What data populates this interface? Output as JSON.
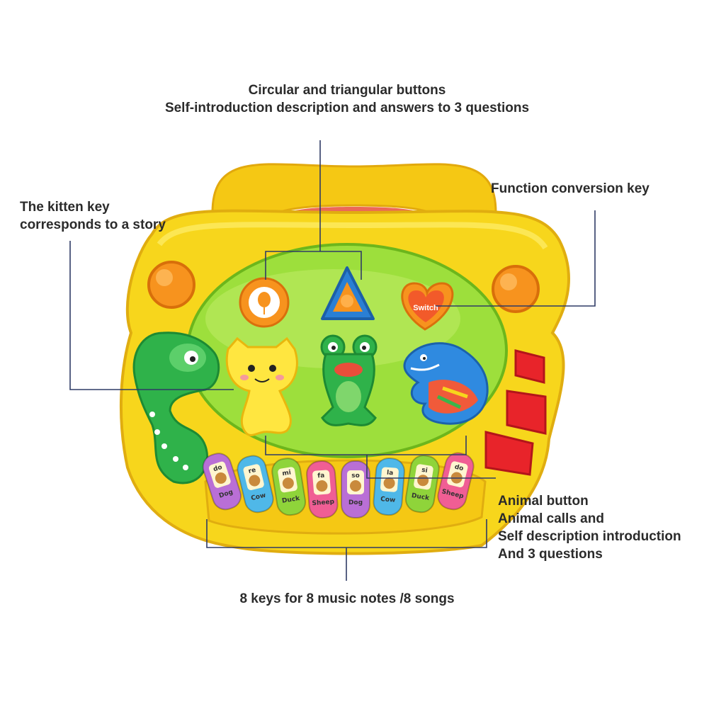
{
  "annotations": {
    "top": [
      "Circular and triangular buttons",
      "Self-introduction description and answers to 3 questions"
    ],
    "kitten": [
      "The kitten key",
      "corresponds to a story"
    ],
    "function_key": "Function conversion key",
    "animal_button": [
      "Animal button",
      "Animal calls and",
      "Self description introduction",
      "And 3 questions"
    ],
    "keys": "8 keys for 8 music notes /8 songs"
  },
  "toy": {
    "switch_label": "Switch",
    "piano_keys": [
      {
        "note": "do",
        "animal": "Dog",
        "color": "#b96fd6"
      },
      {
        "note": "re",
        "animal": "Cow",
        "color": "#4fb8e8"
      },
      {
        "note": "mi",
        "animal": "Duck",
        "color": "#8fd43a"
      },
      {
        "note": "fa",
        "animal": "Sheep",
        "color": "#f05e94"
      },
      {
        "note": "so",
        "animal": "Dog",
        "color": "#b96fd6"
      },
      {
        "note": "la",
        "animal": "Cow",
        "color": "#4fb8e8"
      },
      {
        "note": "si",
        "animal": "Duck",
        "color": "#8fd43a"
      },
      {
        "note": "do",
        "animal": "Sheep",
        "color": "#f05e94"
      }
    ]
  },
  "colors": {
    "body": "#f7d61c",
    "panel": "#9ddf3c",
    "orange": "#f7931e",
    "red_light": "#e8242a",
    "line": "#2f3b66"
  }
}
